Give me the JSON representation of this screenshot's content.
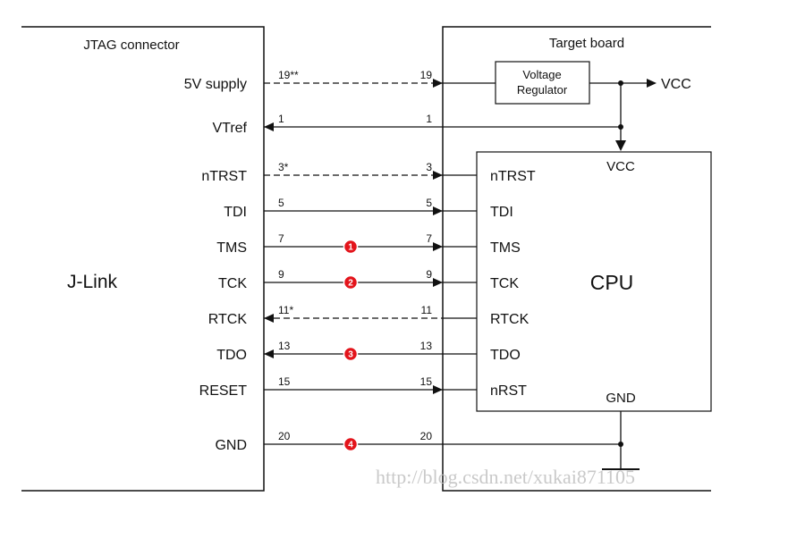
{
  "jlink": {
    "header": "JTAG connector",
    "name": "J-Link"
  },
  "target": {
    "header": "Target board",
    "vcc_out": "VCC"
  },
  "regulator": {
    "line1": "Voltage",
    "line2": "Regulator"
  },
  "cpu": {
    "name": "CPU",
    "vcc": "VCC",
    "gnd": "GND"
  },
  "signals": [
    {
      "left": "5V supply",
      "pin_left": "19**",
      "pin_right": "19",
      "style": "dashed",
      "direction": "right",
      "target": "regulator",
      "cpu_label": "",
      "marker": ""
    },
    {
      "left": "VTref",
      "pin_left": "1",
      "pin_right": "1",
      "style": "solid",
      "direction": "left",
      "target": "vcc_rail",
      "cpu_label": "",
      "marker": ""
    },
    {
      "left": "nTRST",
      "pin_left": "3*",
      "pin_right": "3",
      "style": "dashed",
      "direction": "right",
      "target": "cpu",
      "cpu_label": "nTRST",
      "marker": ""
    },
    {
      "left": "TDI",
      "pin_left": "5",
      "pin_right": "5",
      "style": "solid",
      "direction": "right",
      "target": "cpu",
      "cpu_label": "TDI",
      "marker": ""
    },
    {
      "left": "TMS",
      "pin_left": "7",
      "pin_right": "7",
      "style": "solid",
      "direction": "right",
      "target": "cpu",
      "cpu_label": "TMS",
      "marker": "1"
    },
    {
      "left": "TCK",
      "pin_left": "9",
      "pin_right": "9",
      "style": "solid",
      "direction": "right",
      "target": "cpu",
      "cpu_label": "TCK",
      "marker": "2"
    },
    {
      "left": "RTCK",
      "pin_left": "11*",
      "pin_right": "11",
      "style": "dashed",
      "direction": "left",
      "target": "cpu",
      "cpu_label": "RTCK",
      "marker": ""
    },
    {
      "left": "TDO",
      "pin_left": "13",
      "pin_right": "13",
      "style": "solid",
      "direction": "left",
      "target": "cpu",
      "cpu_label": "TDO",
      "marker": "3"
    },
    {
      "left": "RESET",
      "pin_left": "15",
      "pin_right": "15",
      "style": "solid",
      "direction": "right",
      "target": "cpu",
      "cpu_label": "nRST",
      "marker": ""
    },
    {
      "left": "GND",
      "pin_left": "20",
      "pin_right": "20",
      "style": "solid",
      "direction": "none",
      "target": "gnd_rail",
      "cpu_label": "",
      "marker": "4"
    }
  ],
  "watermark": "http://blog.csdn.net/xukai871105",
  "colors": {
    "line": "#111111",
    "marker": "#e3141b",
    "watermark": "#c9c9c9"
  }
}
